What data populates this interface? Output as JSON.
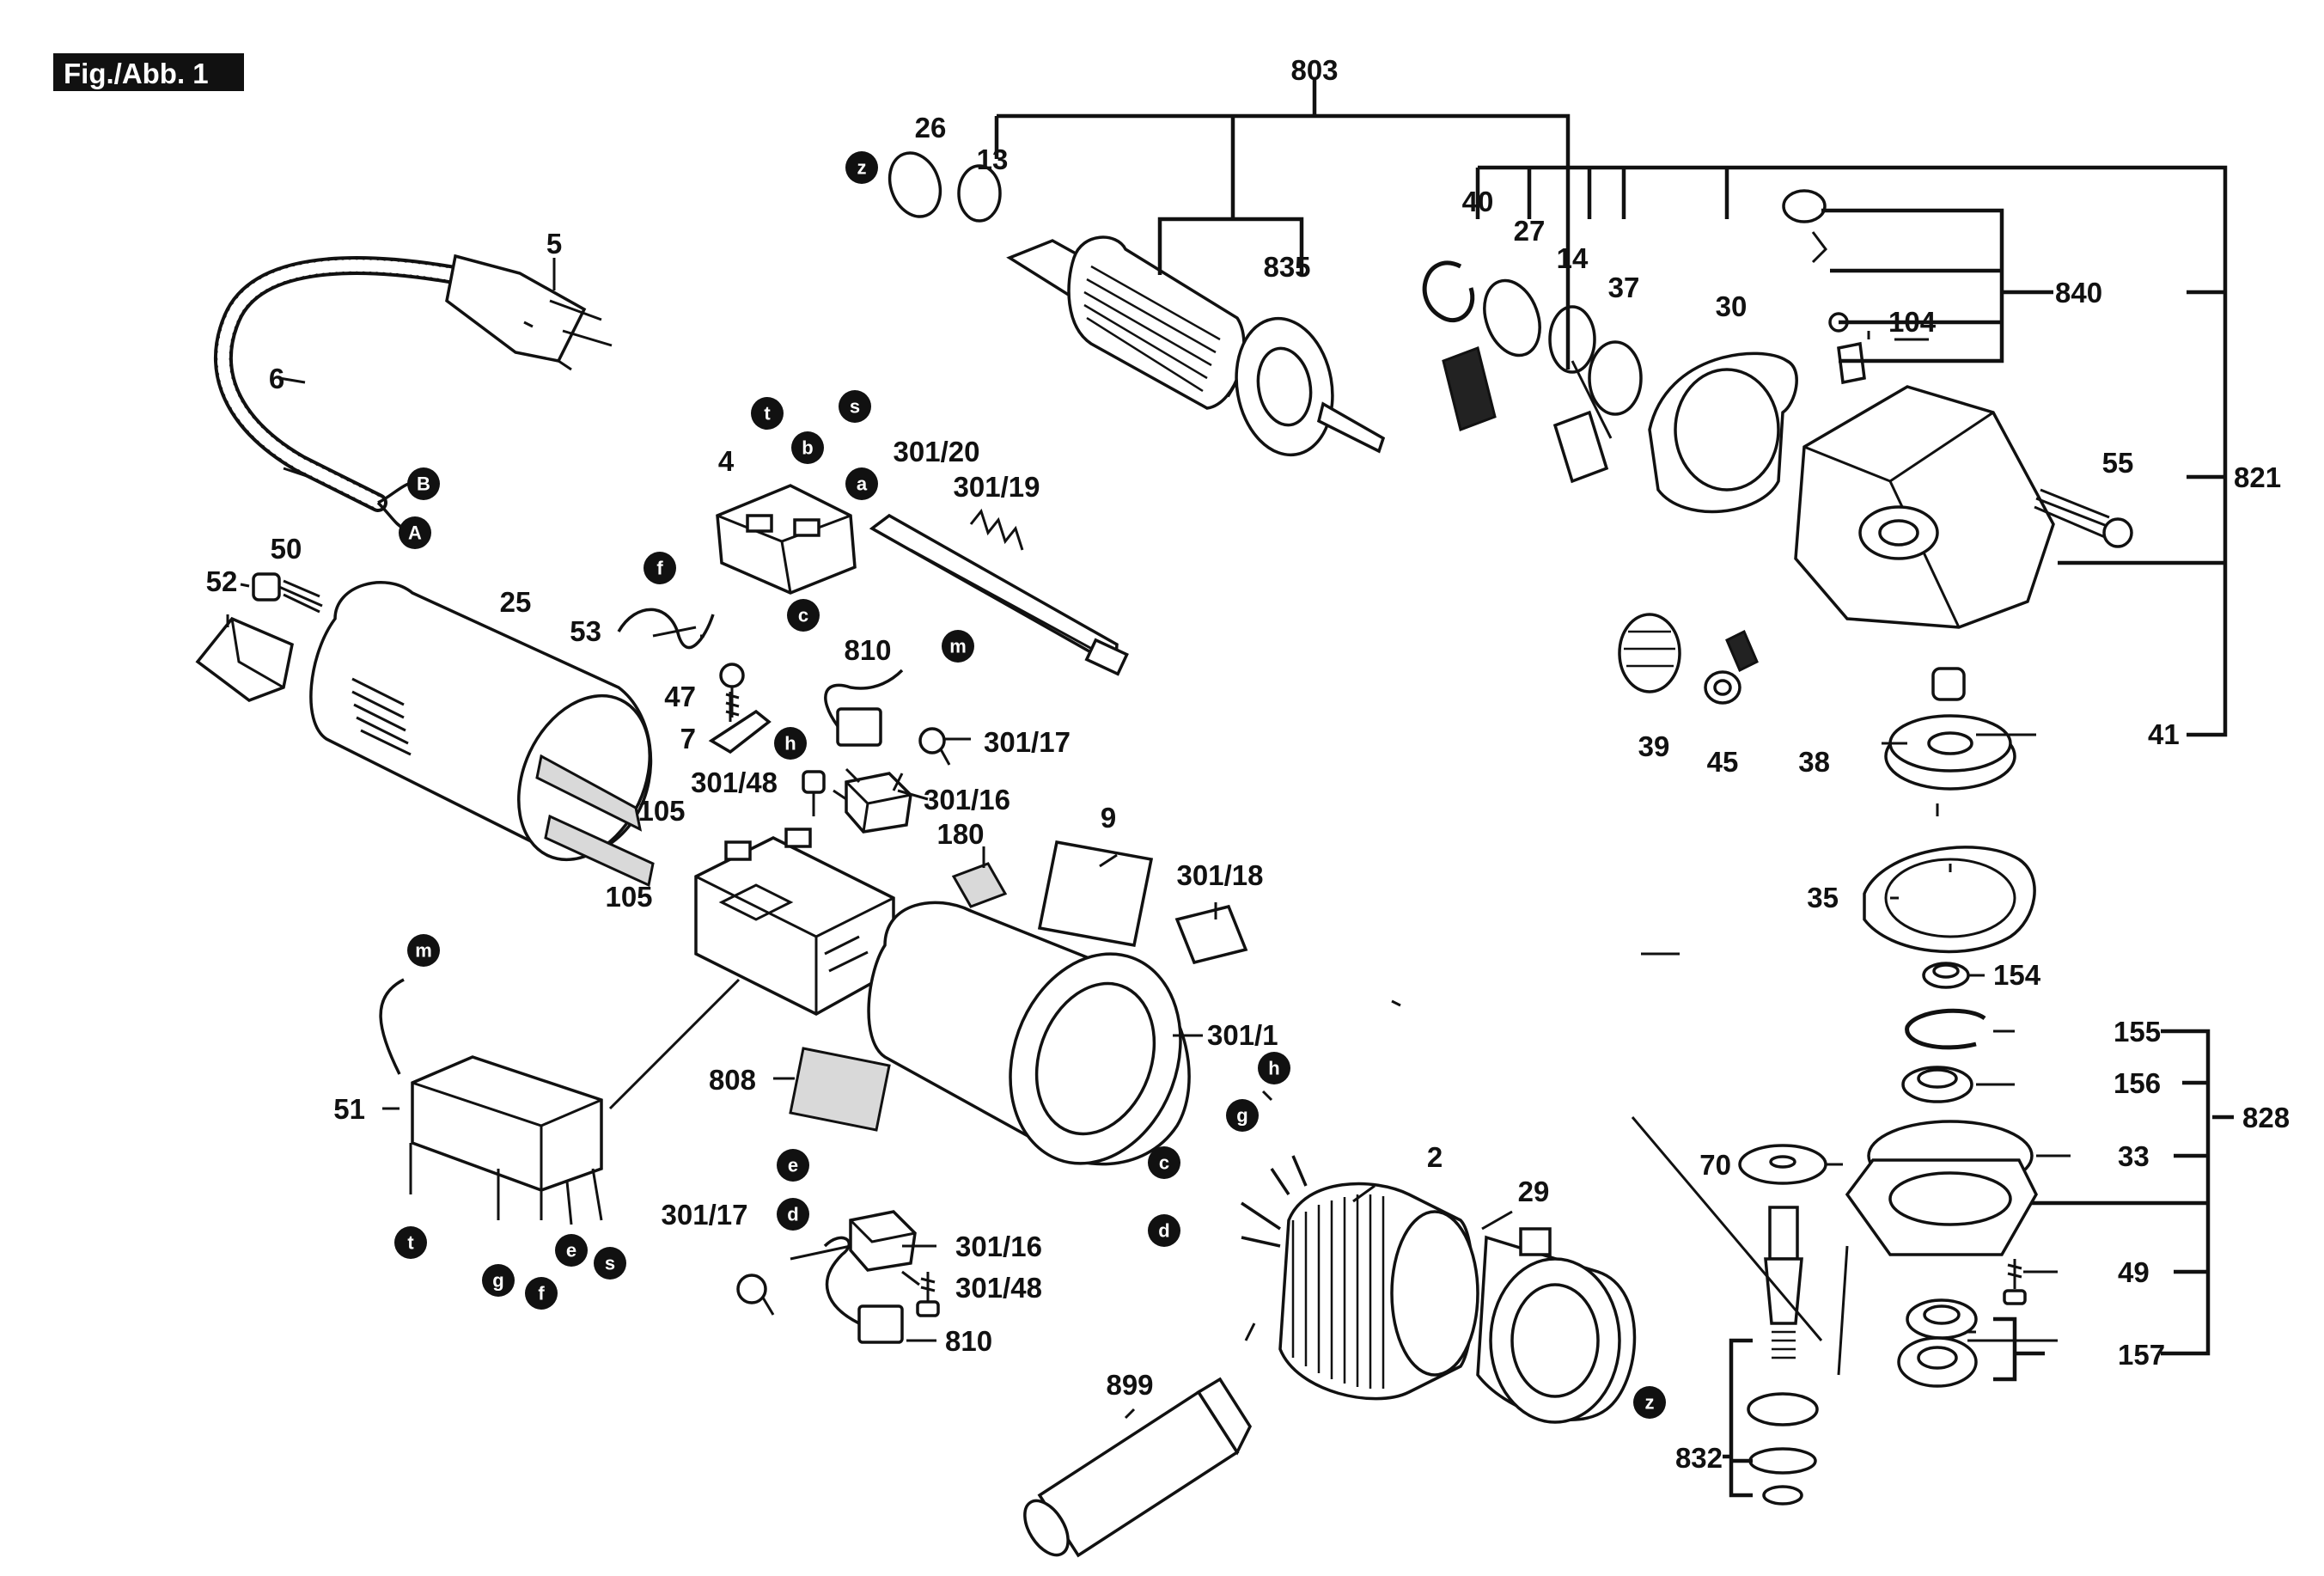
{
  "figure": {
    "title": "Fig./Abb. 1"
  },
  "part_labels": {
    "p803": "803",
    "p26": "26",
    "p13": "13",
    "p835": "835",
    "p40": "40",
    "p27": "27",
    "p14": "14",
    "p37": "37",
    "p30": "30",
    "p840": "840",
    "p104": "104",
    "p55": "55",
    "p821": "821",
    "p5": "5",
    "p6": "6",
    "p4": "4",
    "p301_20": "301/20",
    "p301_19": "301/19",
    "p50": "50",
    "p52": "52",
    "p25": "25",
    "p53": "53",
    "p810_top": "810",
    "p47": "47",
    "p7": "7",
    "p301_17_top": "301/17",
    "p301_48_top": "301/48",
    "p301_16_top": "301/16",
    "p105_a": "105",
    "p105_b": "105",
    "p180": "180",
    "p9": "9",
    "p301_18": "301/18",
    "p301_1": "301/1",
    "p39": "39",
    "p45": "45",
    "p38": "38",
    "p41": "41",
    "p35": "35",
    "p154": "154",
    "p155": "155",
    "p156": "156",
    "p828": "828",
    "p33": "33",
    "p49": "49",
    "p157": "157",
    "p70": "70",
    "p832": "832",
    "p51": "51",
    "p808": "808",
    "p2": "2",
    "p29": "29",
    "p301_17_bot": "301/17",
    "p301_16_bot": "301/16",
    "p301_48_bot": "301/48",
    "p810_bot": "810",
    "p899": "899"
  },
  "connector_markers": {
    "z1": "z",
    "z2": "z",
    "B": "B",
    "A": "A",
    "t1": "t",
    "b": "b",
    "s1": "s",
    "a": "a",
    "f1": "f",
    "c1": "c",
    "m1": "m",
    "h1": "h",
    "m2": "m",
    "h2": "h",
    "g2": "g",
    "c2": "c",
    "d2": "d",
    "e3": "e",
    "d3": "d",
    "t4": "t",
    "g4": "g",
    "f4": "f",
    "e4": "e",
    "s4": "s"
  }
}
